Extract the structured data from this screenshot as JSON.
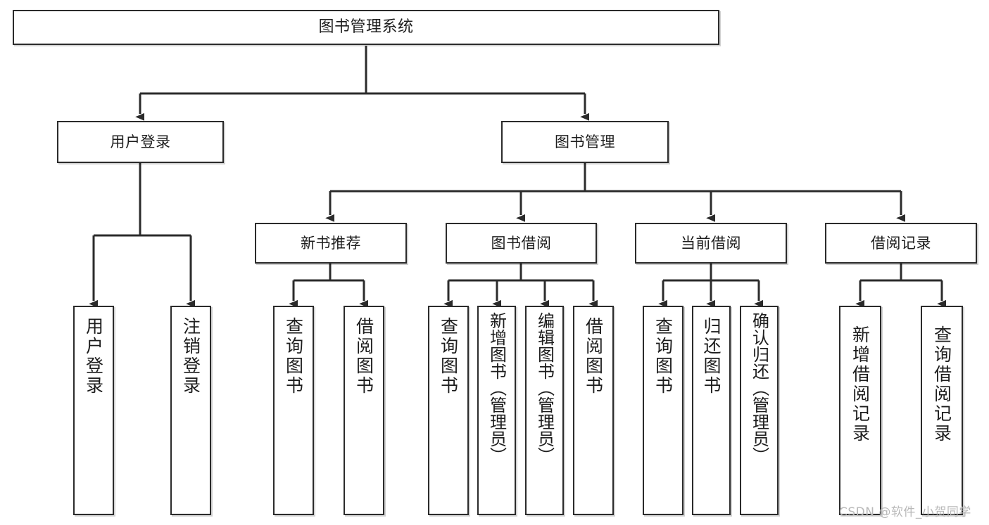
{
  "diagram": {
    "title": "图书管理系统",
    "type": "tree",
    "style": {
      "box_fill": "#ffffff",
      "box_stroke": "#2b2b2b",
      "text_color": "#1d1d1d",
      "connector_color": "#2b2b2b",
      "background": "#ffffff",
      "watermark_color": "#b9b9b9"
    },
    "root": {
      "label": "图书管理系统"
    },
    "level1": [
      {
        "label": "用户登录"
      },
      {
        "label": "图书管理"
      }
    ],
    "level2": [
      {
        "label": "新书推荐"
      },
      {
        "label": "图书借阅"
      },
      {
        "label": "当前借阅"
      },
      {
        "label": "借阅记录"
      }
    ],
    "leaves": {
      "user_login": [
        {
          "label": "用户登录"
        },
        {
          "label": "注销登录"
        }
      ],
      "new_book_recommend": [
        {
          "label": "查询图书"
        },
        {
          "label": "借阅图书"
        }
      ],
      "book_borrow": [
        {
          "label": "查询图书"
        },
        {
          "label": "新增图书（管理员）"
        },
        {
          "label": "编辑图书（管理员）"
        },
        {
          "label": "借阅图书"
        }
      ],
      "current_borrow": [
        {
          "label": "查询图书"
        },
        {
          "label": "归还图书"
        },
        {
          "label": "确认归还（管理员）"
        }
      ],
      "borrow_record": [
        {
          "label": "新增借阅记录"
        },
        {
          "label": "查询借阅记录"
        }
      ]
    }
  },
  "watermark": {
    "text": "CSDN @软件_小贺同学"
  }
}
